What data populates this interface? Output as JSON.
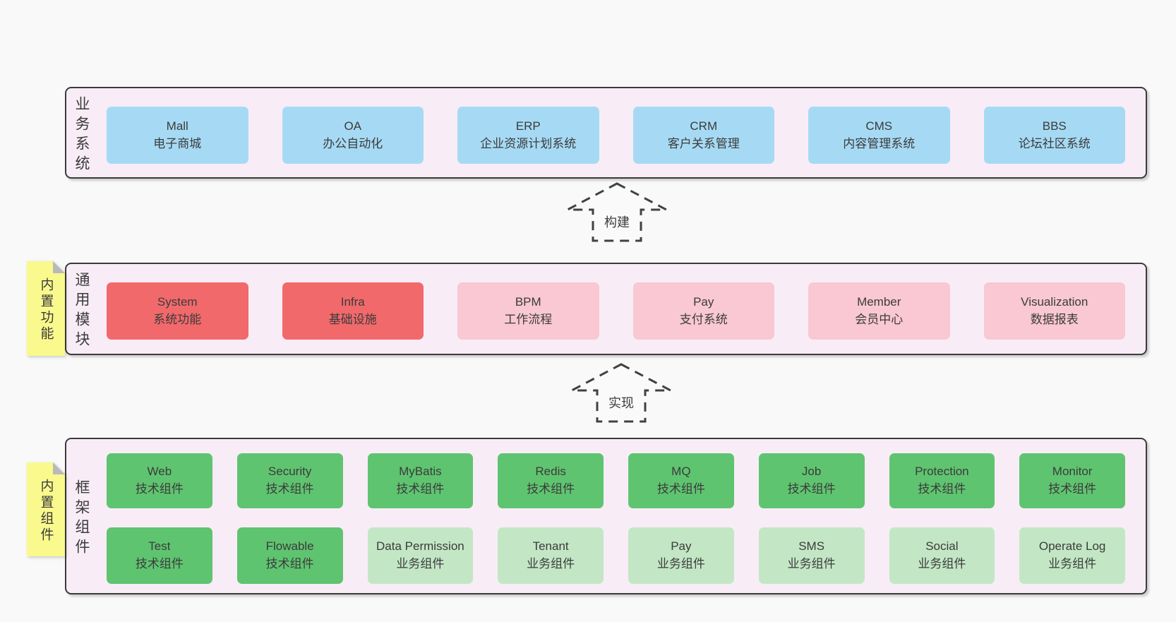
{
  "palette": {
    "page_bg": "#f9f9f9",
    "panel_bg": "#f8edf6",
    "panel_border": "#3b3b3b",
    "blue": "#a6daf4",
    "red": "#f2696b",
    "pink": "#f9c8d2",
    "green": "#5fc470",
    "light_green": "#c3e7c5",
    "sticky_yellow": "#f9f98d",
    "sticky_fold": "#b9b9b9",
    "text": "#3b3b3b"
  },
  "arrows": [
    {
      "label": "构建"
    },
    {
      "label": "实现"
    }
  ],
  "sections": [
    {
      "label": "业务系统",
      "sticky": null,
      "rows": [
        [
          {
            "name": "Mall",
            "desc": "电子商城",
            "type": "blue"
          },
          {
            "name": "OA",
            "desc": "办公自动化",
            "type": "blue"
          },
          {
            "name": "ERP",
            "desc": "企业资源计划系统",
            "type": "blue"
          },
          {
            "name": "CRM",
            "desc": "客户关系管理",
            "type": "blue"
          },
          {
            "name": "CMS",
            "desc": "内容管理系统",
            "type": "blue"
          },
          {
            "name": "BBS",
            "desc": "论坛社区系统",
            "type": "blue"
          }
        ]
      ]
    },
    {
      "label": "通用模块",
      "sticky": "内置功能",
      "rows": [
        [
          {
            "name": "System",
            "desc": "系统功能",
            "type": "red"
          },
          {
            "name": "Infra",
            "desc": "基础设施",
            "type": "red"
          },
          {
            "name": "BPM",
            "desc": "工作流程",
            "type": "pink"
          },
          {
            "name": "Pay",
            "desc": "支付系统",
            "type": "pink"
          },
          {
            "name": "Member",
            "desc": "会员中心",
            "type": "pink"
          },
          {
            "name": "Visualization",
            "desc": "数据报表",
            "type": "pink"
          }
        ]
      ]
    },
    {
      "label": "框架组件",
      "sticky": "内置组件",
      "rows": [
        [
          {
            "name": "Web",
            "desc": "技术组件",
            "type": "green"
          },
          {
            "name": "Security",
            "desc": "技术组件",
            "type": "green"
          },
          {
            "name": "MyBatis",
            "desc": "技术组件",
            "type": "green"
          },
          {
            "name": "Redis",
            "desc": "技术组件",
            "type": "green"
          },
          {
            "name": "MQ",
            "desc": "技术组件",
            "type": "green"
          },
          {
            "name": "Job",
            "desc": "技术组件",
            "type": "green"
          },
          {
            "name": "Protection",
            "desc": "技术组件",
            "type": "green"
          },
          {
            "name": "Monitor",
            "desc": "技术组件",
            "type": "green"
          }
        ],
        [
          {
            "name": "Test",
            "desc": "技术组件",
            "type": "green"
          },
          {
            "name": "Flowable",
            "desc": "技术组件",
            "type": "green"
          },
          {
            "name": "Data Permission",
            "desc": "业务组件",
            "type": "light_green"
          },
          {
            "name": "Tenant",
            "desc": "业务组件",
            "type": "light_green"
          },
          {
            "name": "Pay",
            "desc": "业务组件",
            "type": "light_green"
          },
          {
            "name": "SMS",
            "desc": "业务组件",
            "type": "light_green"
          },
          {
            "name": "Social",
            "desc": "业务组件",
            "type": "light_green"
          },
          {
            "name": "Operate Log",
            "desc": "业务组件",
            "type": "light_green"
          }
        ]
      ]
    }
  ]
}
